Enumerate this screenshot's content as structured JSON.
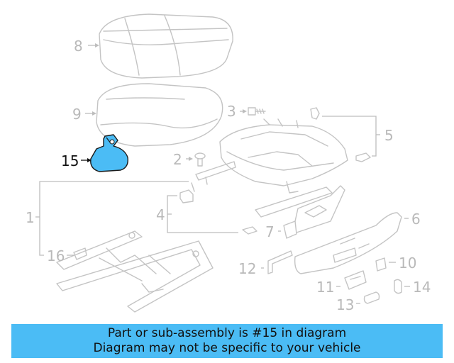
{
  "callouts": {
    "c1": "1",
    "c2": "2",
    "c3": "3",
    "c4": "4",
    "c5": "5",
    "c6": "6",
    "c7": "7",
    "c8": "8",
    "c9": "9",
    "c10": "10",
    "c11": "11",
    "c12": "12",
    "c13": "13",
    "c14": "14",
    "c15": "15",
    "c16": "16"
  },
  "highlighted_part": "15",
  "colors": {
    "highlight_fill": "#4bbcf5",
    "banner": "#4bbcf5",
    "line_art": "#c4c4c4"
  },
  "banner": {
    "line1": "Part or sub-assembly is #15 in diagram",
    "line2": "Diagram may not be specific to your vehicle"
  }
}
